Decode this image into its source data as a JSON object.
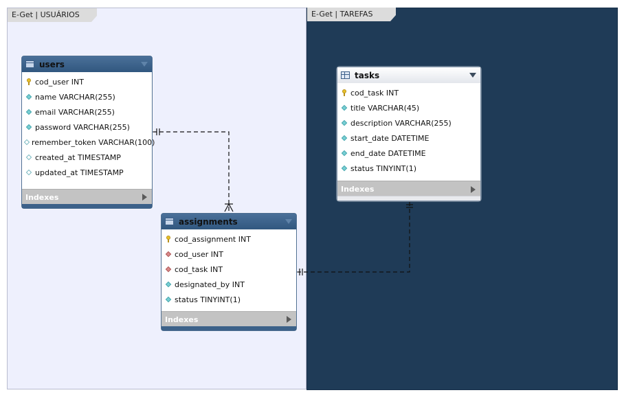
{
  "layers": [
    {
      "name": "E-Get | USUÁRIOS",
      "background": "#eef0fd"
    },
    {
      "name": "E-Get | TAREFAS",
      "background": "#1f3b57"
    }
  ],
  "tables": {
    "users": {
      "name": "users",
      "indexes_label": "Indexes",
      "columns": [
        {
          "label": "cod_user INT",
          "kind": "pk"
        },
        {
          "label": "name VARCHAR(255)",
          "kind": "not-null"
        },
        {
          "label": "email VARCHAR(255)",
          "kind": "not-null"
        },
        {
          "label": "password VARCHAR(255)",
          "kind": "not-null"
        },
        {
          "label": "remember_token VARCHAR(100)",
          "kind": "nullable"
        },
        {
          "label": "created_at TIMESTAMP",
          "kind": "nullable"
        },
        {
          "label": "updated_at TIMESTAMP",
          "kind": "nullable"
        }
      ]
    },
    "assignments": {
      "name": "assignments",
      "indexes_label": "Indexes",
      "columns": [
        {
          "label": "cod_assignment INT",
          "kind": "pk"
        },
        {
          "label": "cod_user INT",
          "kind": "fk"
        },
        {
          "label": "cod_task INT",
          "kind": "fk"
        },
        {
          "label": "designated_by INT",
          "kind": "not-null"
        },
        {
          "label": "status TINYINT(1)",
          "kind": "not-null"
        }
      ]
    },
    "tasks": {
      "name": "tasks",
      "indexes_label": "Indexes",
      "columns": [
        {
          "label": "cod_task INT",
          "kind": "pk"
        },
        {
          "label": "title VARCHAR(45)",
          "kind": "not-null"
        },
        {
          "label": "description VARCHAR(255)",
          "kind": "not-null"
        },
        {
          "label": "start_date DATETIME",
          "kind": "not-null"
        },
        {
          "label": "end_date DATETIME",
          "kind": "not-null"
        },
        {
          "label": "status TINYINT(1)",
          "kind": "not-null"
        }
      ]
    }
  },
  "relationships": [
    {
      "from": "users",
      "to": "assignments",
      "from_cardinality": "one",
      "to_cardinality": "many",
      "style": "dashed"
    },
    {
      "from": "tasks",
      "to": "assignments",
      "from_cardinality": "one",
      "to_cardinality": "one",
      "style": "dashed"
    }
  ]
}
